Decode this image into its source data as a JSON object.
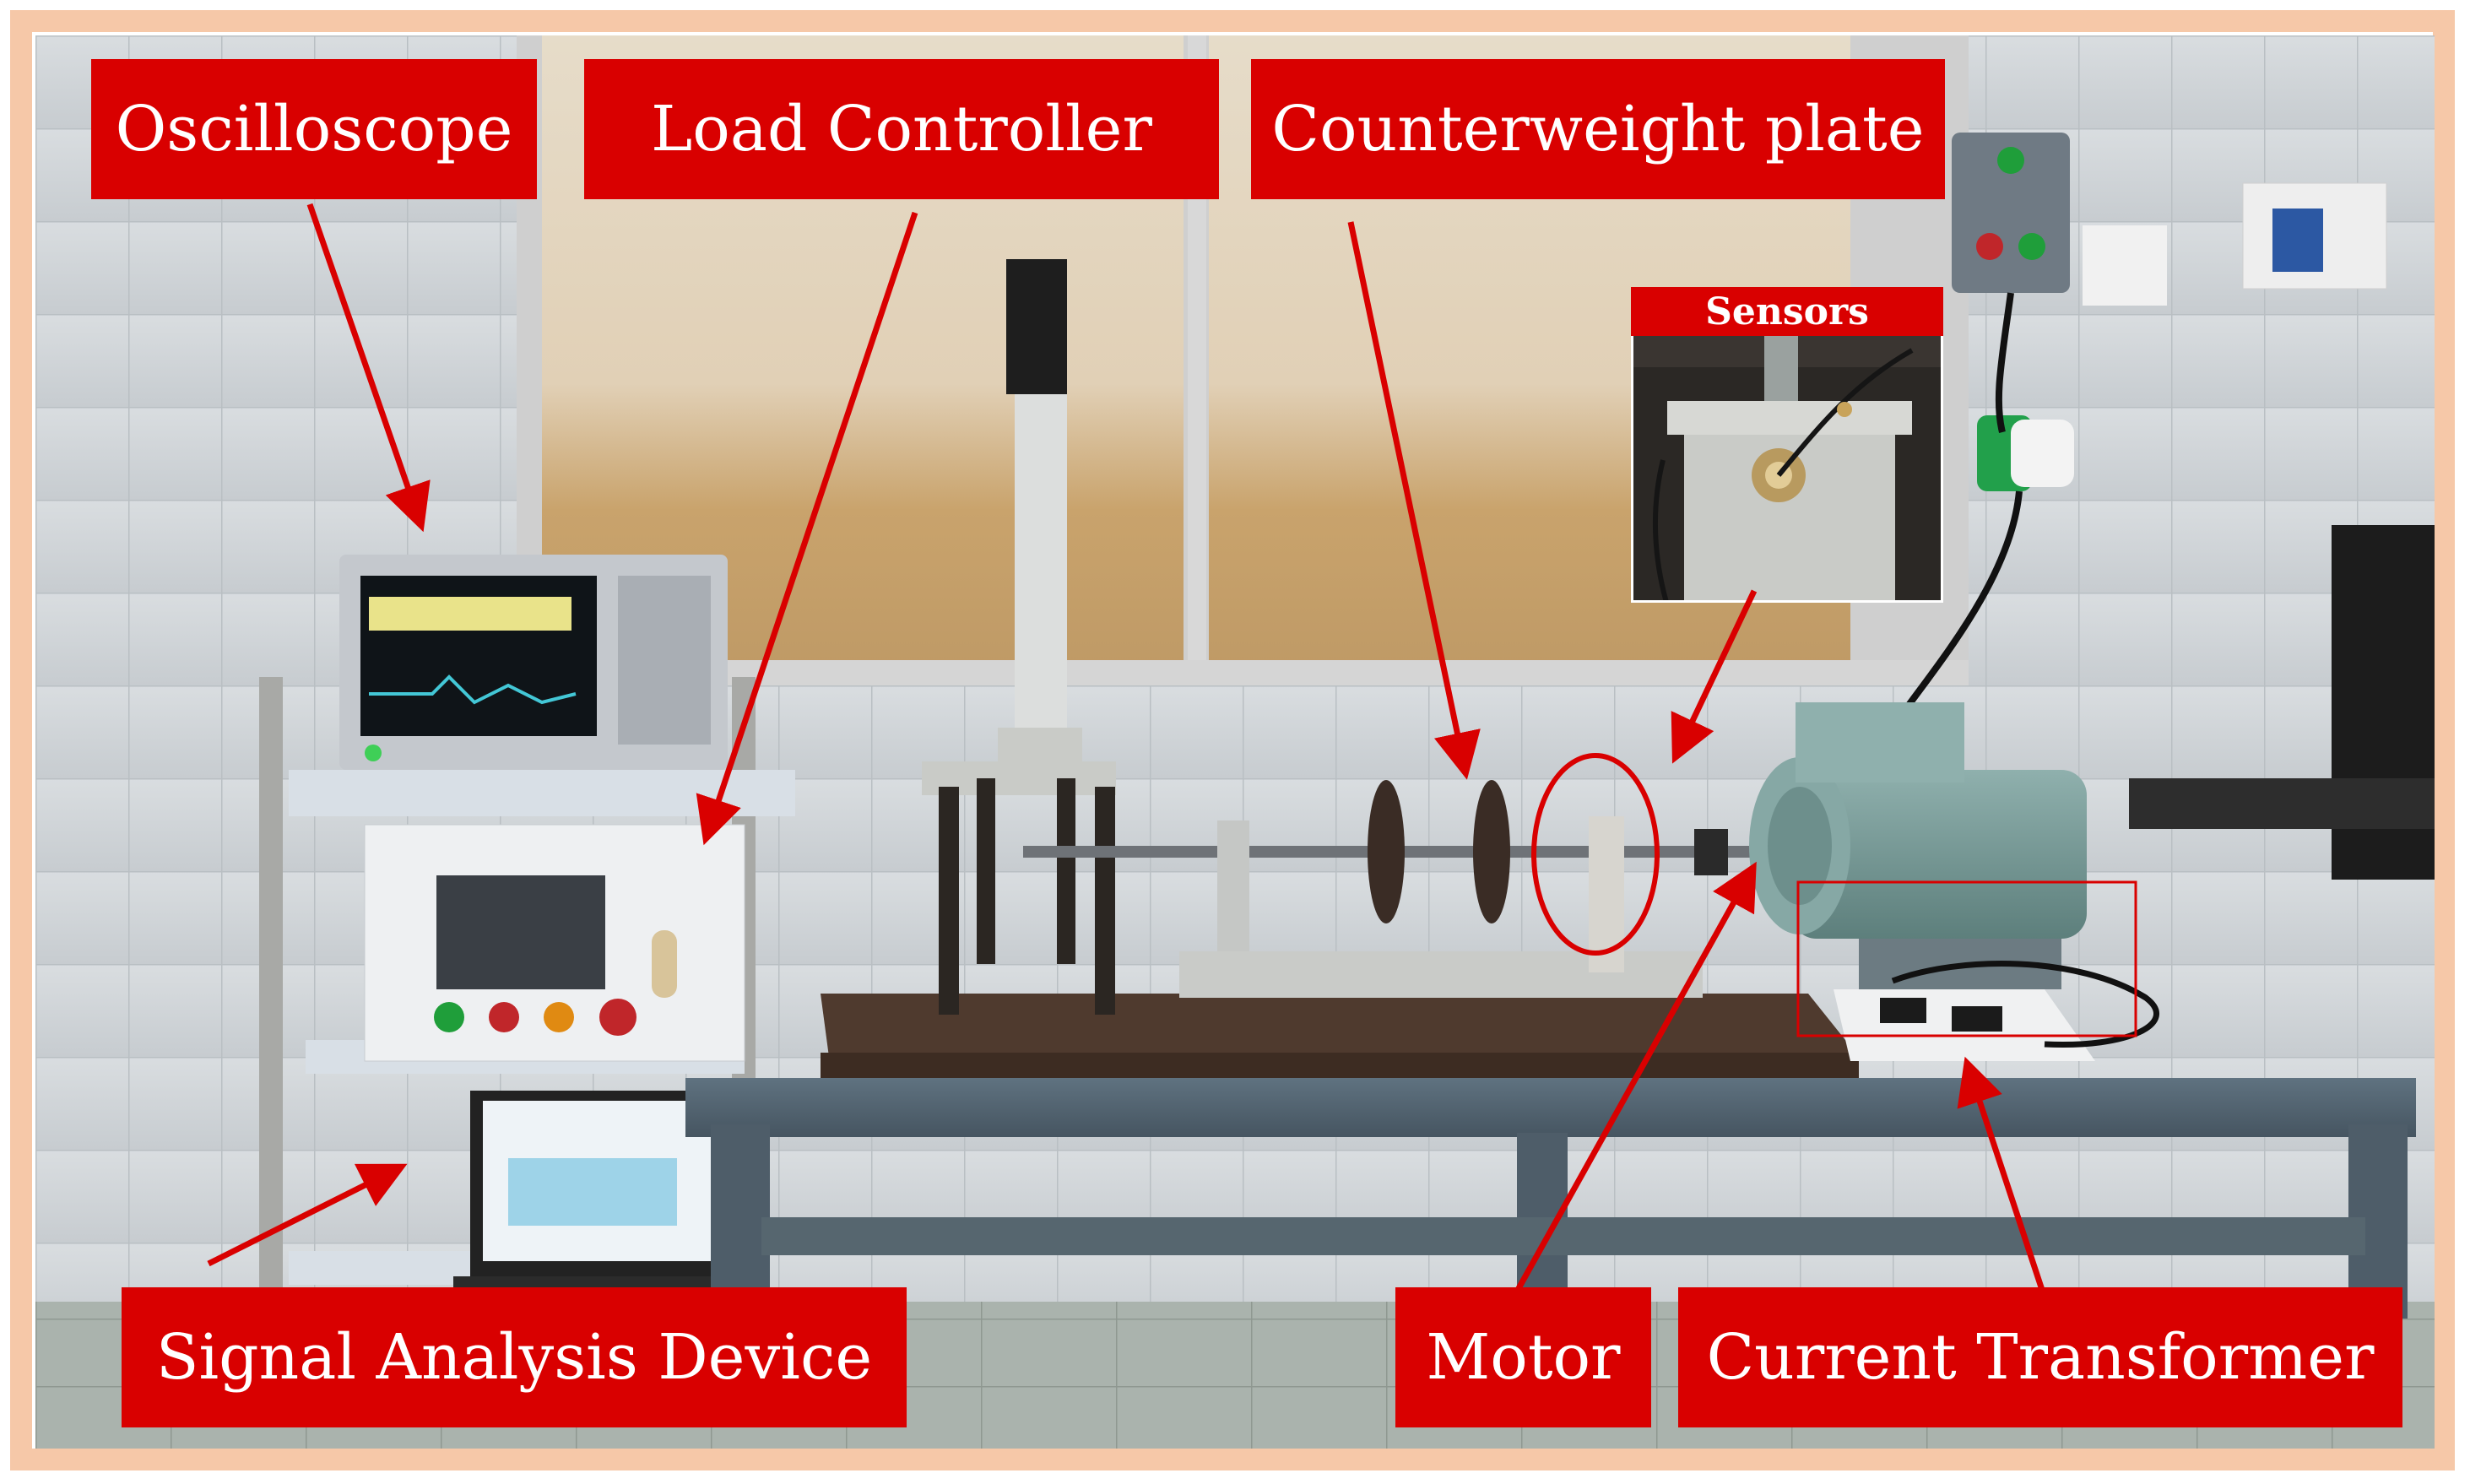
{
  "labels": {
    "oscilloscope": "Oscilloscope",
    "load_controller": "Load Controller",
    "counterweight_plate": "Counterweight plate",
    "sensors": "Sensors",
    "signal_analysis_device": "Signal Analysis Device",
    "motor": "Motor",
    "current_transformer": "Current Transformer"
  },
  "colors": {
    "label_background": "#d90000",
    "label_text": "#ffffff",
    "arrow": "#d90000",
    "frame": "#f6c8a8"
  },
  "icons": {
    "arrow": "red-arrow-icon",
    "highlight_circle": "red-ellipse-highlight",
    "highlight_box": "red-rectangle-highlight"
  }
}
